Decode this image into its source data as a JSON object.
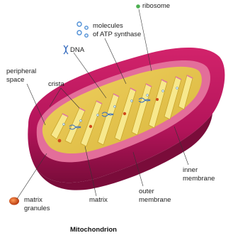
{
  "title": "Mitochondrion",
  "labels": {
    "ribosome": "ribosome",
    "atp_line1": "molecules",
    "atp_line2": "of ATP synthase",
    "dna": "DNA",
    "peripheral_line1": "peripheral",
    "peripheral_line2": "space",
    "crista": "crista",
    "inner_line1": "inner",
    "inner_line2": "membrane",
    "outer_line1": "outer",
    "outer_line2": "membrane",
    "matrix": "matrix",
    "granules_line1": "matrix",
    "granules_line2": "granules"
  },
  "colors": {
    "outer_membrane": "#c0195e",
    "outer_dark": "#8e0f44",
    "inner_membrane": "#e07aa0",
    "matrix_yellow": "#f3dd63",
    "crista_yellow": "#f7e88c",
    "ribosome_green": "#4caf50",
    "atp_blue": "#4f8fd6",
    "dna_blue": "#3b6fc0",
    "granule_red": "#d04a1a"
  }
}
